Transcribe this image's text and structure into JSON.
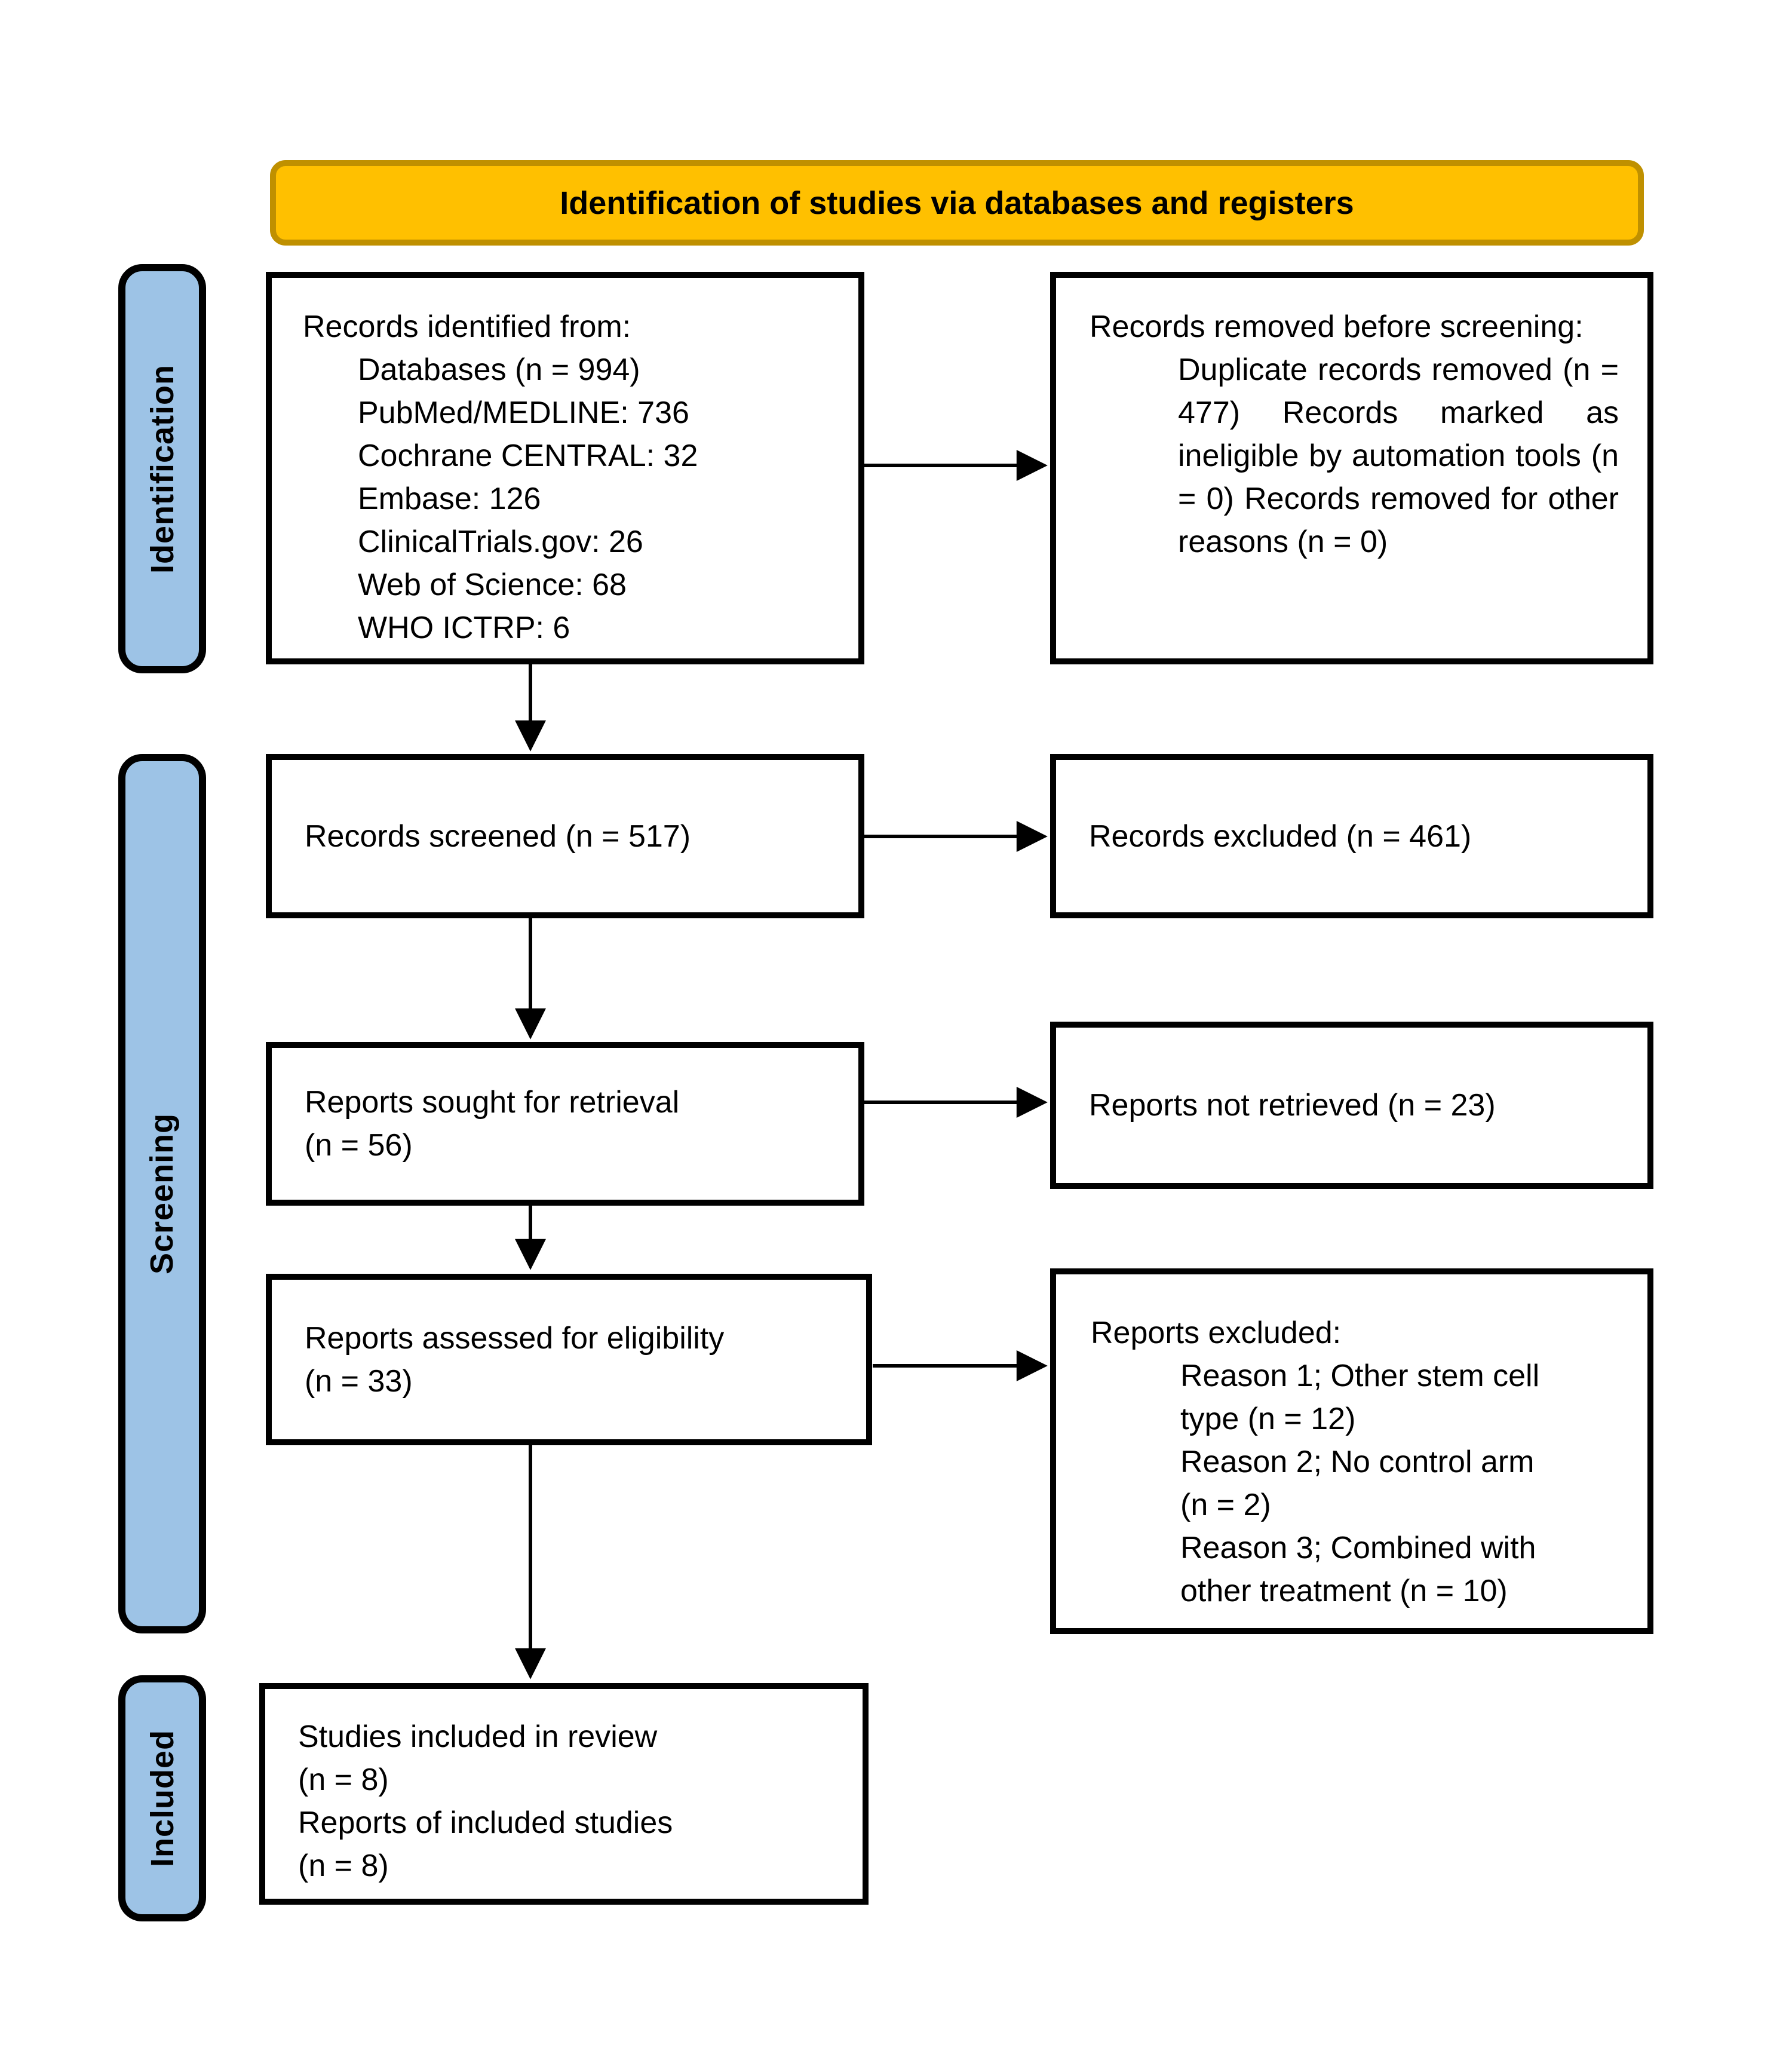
{
  "banner": {
    "title": "Identification of studies via databases and registers"
  },
  "sidebar": {
    "identification_label": "Identification",
    "screening_label": "Screening",
    "included_label": "Included"
  },
  "flow": {
    "records_identified": {
      "heading": "Records identified from:",
      "items": [
        "Databases (n = 994)",
        "PubMed/MEDLINE: 736",
        "Cochrane CENTRAL: 32",
        "Embase: 126",
        "ClinicalTrials.gov: 26",
        "Web of Science: 68",
        "WHO ICTRP: 6"
      ]
    },
    "records_removed": {
      "heading": "Records removed before screening:",
      "detail": "Duplicate records removed (n = 477) Records marked as ineligible by automation tools (n = 0) Records removed for other reasons (n = 0)"
    },
    "records_screened": {
      "text": "Records screened (n = 517)"
    },
    "records_excluded": {
      "text": "Records excluded (n = 461)"
    },
    "reports_sought": {
      "line1": "Reports sought for retrieval",
      "line2": "(n = 56)"
    },
    "reports_not_retrieved": {
      "text": "Reports not retrieved (n = 23)"
    },
    "reports_assessed": {
      "line1": "Reports assessed for eligibility",
      "line2": "(n = 33)"
    },
    "reports_excluded": {
      "heading": "Reports excluded:",
      "reasons_lines": [
        [
          "Reason 1; Other stem cell",
          "type (n = 12)"
        ],
        [
          "Reason 2; No control arm",
          "(n = 2)"
        ],
        [
          "Reason 3; Combined with",
          "other treatment (n = 10)"
        ]
      ]
    },
    "studies_included": {
      "lines": [
        "Studies included in review",
        "(n = 8)",
        "Reports of included studies",
        "(n = 8)"
      ]
    }
  },
  "colors": {
    "banner_fill": "#FFC000",
    "banner_border": "#BF9000",
    "stage_fill": "#9DC3E6",
    "box_border": "#000000",
    "arrow": "#000000"
  }
}
